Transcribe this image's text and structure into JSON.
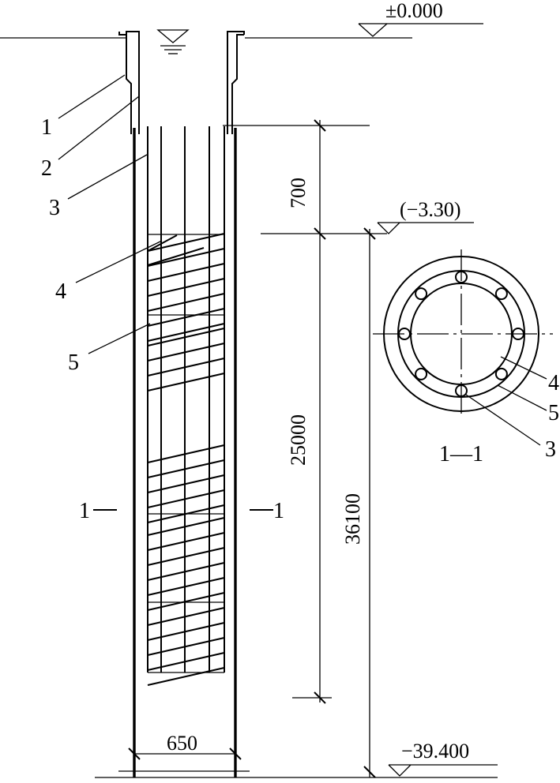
{
  "elevations": {
    "ground": "±0.000",
    "cage_top": "(−3.30)",
    "bottom": "−39.400"
  },
  "dimensions": {
    "d_700": "700",
    "d_25000": "25000",
    "d_36100": "36100",
    "d_650": "650"
  },
  "callouts": {
    "elevation_view": [
      "1",
      "2",
      "3",
      "4",
      "5"
    ],
    "section_view": [
      "4",
      "5",
      "3"
    ]
  },
  "section": {
    "left_mark": "1",
    "right_mark": "1",
    "title": "1—1"
  }
}
